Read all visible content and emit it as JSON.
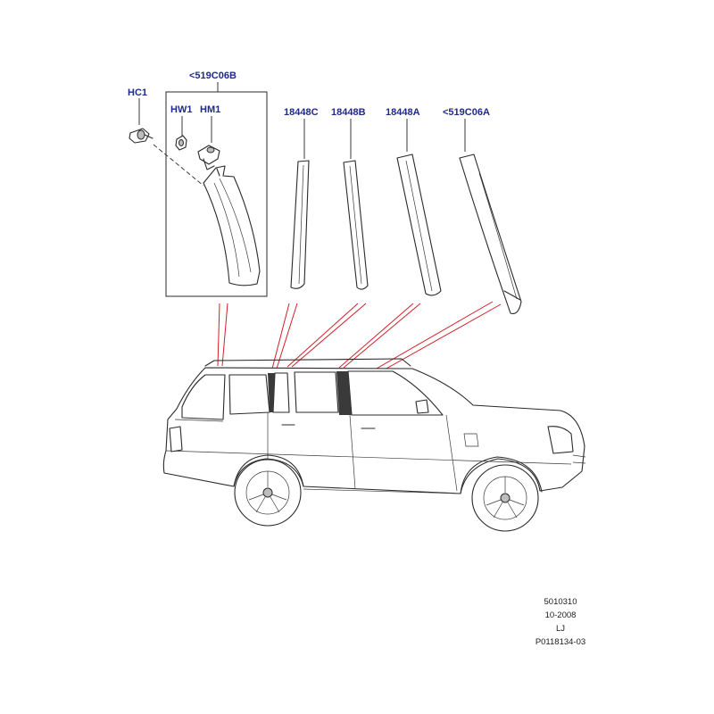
{
  "callouts": {
    "hc1": "HC1",
    "box_ref": "<519C06B",
    "hw1": "HW1",
    "hm1": "HM1",
    "p18448c": "18448C",
    "p18448b": "18448B",
    "p18448a": "18448A",
    "p519c06a": "<519C06A"
  },
  "footer": {
    "line1": "5010310",
    "line2": "10-2008",
    "line3": "LJ",
    "line4": "P0118134-03"
  },
  "colors": {
    "callout_text": "#1f2a8a",
    "leader_red": "#d21f2a",
    "outline": "#2a2a2a"
  }
}
